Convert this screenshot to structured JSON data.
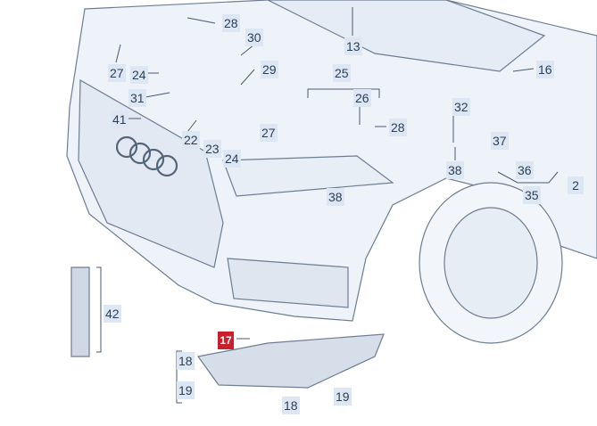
{
  "diagram": {
    "callouts": [
      "28",
      "30",
      "13",
      "16",
      "27",
      "24",
      "29",
      "25",
      "31",
      "26",
      "41",
      "22",
      "23",
      "27",
      "28",
      "32",
      "24",
      "38",
      "38",
      "37",
      "36",
      "35",
      "2",
      "42",
      "17",
      "18",
      "19",
      "18",
      "19"
    ],
    "highlighted_callout": "17"
  },
  "colors": {
    "label_bg": "#dde7f3",
    "label_text": "#2c3f57",
    "highlight_bg": "#cc1f2d",
    "line": "#4a5a70",
    "part_fill": "#d6dee9",
    "car_fill": "#eef3f9"
  }
}
